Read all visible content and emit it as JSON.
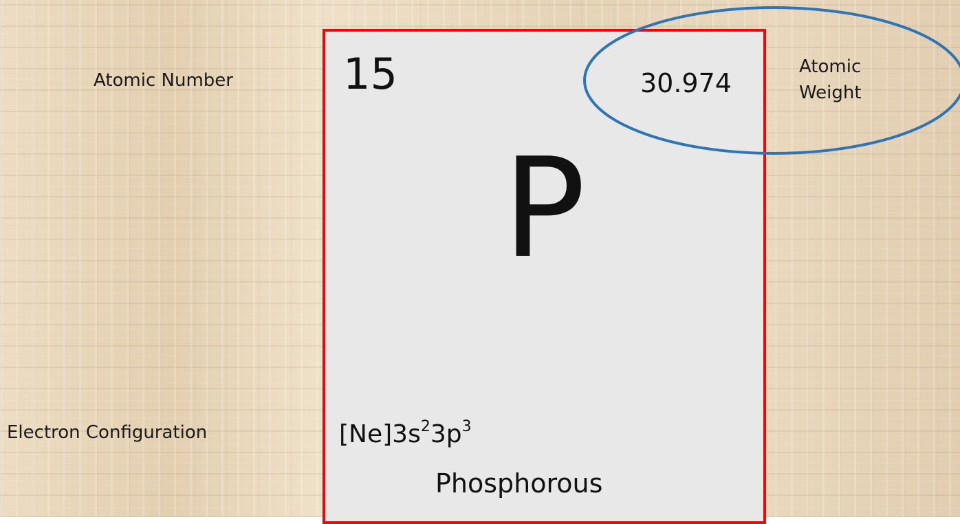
{
  "labels": {
    "atomic_number": "Atomic Number",
    "atomic_weight_line1": "Atomic",
    "atomic_weight_line2": "Weight",
    "electron_configuration": "Electron Configuration"
  },
  "element": {
    "atomic_number": "15",
    "atomic_weight": "30.974",
    "symbol": "P",
    "config_core": "[Ne]3s",
    "config_exp1": "2",
    "config_mid": "3p",
    "config_exp2": "3",
    "name": "Phosphorous"
  },
  "colors": {
    "box_border": "#ff0000",
    "box_fill": "#e8e8e8",
    "highlight_ellipse": "#2e75b6"
  }
}
